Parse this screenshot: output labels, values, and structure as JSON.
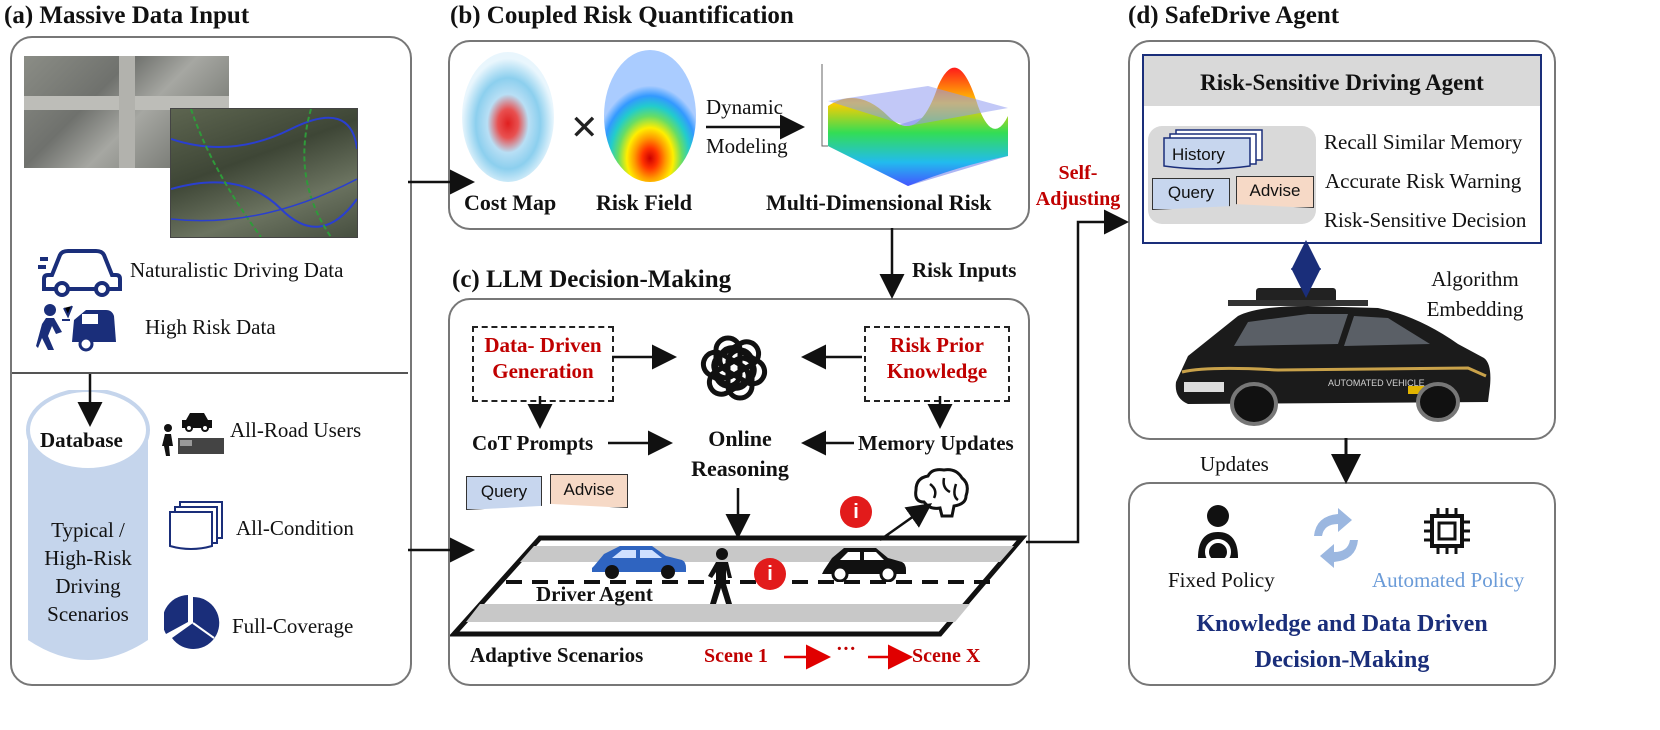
{
  "panels": {
    "a": {
      "title": "(a) Massive Data Input",
      "naturalistic": "Naturalistic Driving Data",
      "high_risk": "High Risk Data",
      "database": "Database",
      "scenarios": [
        "Typical /",
        "High-Risk",
        "Driving",
        "Scenarios"
      ],
      "all_road_users": "All-Road Users",
      "all_condition": "All-Condition",
      "full_coverage": "Full-Coverage"
    },
    "b": {
      "title": "(b) Coupled Risk Quantification",
      "cost_map": "Cost Map",
      "risk_field": "Risk Field",
      "dynamic": "Dynamic",
      "modeling": "Modeling",
      "multi_risk": "Multi-Dimensional Risk"
    },
    "c": {
      "title": "(c) LLM Decision-Making",
      "risk_inputs": "Risk Inputs",
      "data_driven": [
        "Data- Driven",
        "Generation"
      ],
      "risk_prior": [
        "Risk Prior",
        "Knowledge"
      ],
      "cot": "CoT Prompts",
      "online": [
        "Online",
        "Reasoning"
      ],
      "memory": "Memory Updates",
      "query": "Query",
      "advise": "Advise",
      "driver_agent": "Driver Agent",
      "adaptive": "Adaptive Scenarios",
      "scene1": "Scene 1",
      "ellipsis": "···",
      "sceneX": "Scene X",
      "info": "i"
    },
    "d": {
      "title": "(d) SafeDrive Agent",
      "agent_header": "Risk-Sensitive Driving Agent",
      "history": "History",
      "query": "Query",
      "advise": "Advise",
      "recall": "Recall Similar Memory",
      "warning": "Accurate Risk Warning",
      "decision": "Risk-Sensitive Decision",
      "algo": [
        "Algorithm",
        "Embedding"
      ],
      "vehicle_plate": "AUTOMATED VEHICLE"
    },
    "e": {
      "updates": "Updates",
      "fixed": "Fixed Policy",
      "automated": "Automated Policy",
      "knowledge": [
        "Knowledge and Data Driven",
        "Decision-Making"
      ]
    }
  },
  "self_adjusting": [
    "Self-",
    "Adjusting"
  ],
  "colors": {
    "red": "#c00000",
    "navy": "#1a2e7a",
    "policy_blue": "#6a9bd8",
    "db_blue": "#c5d5ec",
    "query_fill": "#c7d6ee",
    "advise_fill": "#f6d9c6"
  }
}
